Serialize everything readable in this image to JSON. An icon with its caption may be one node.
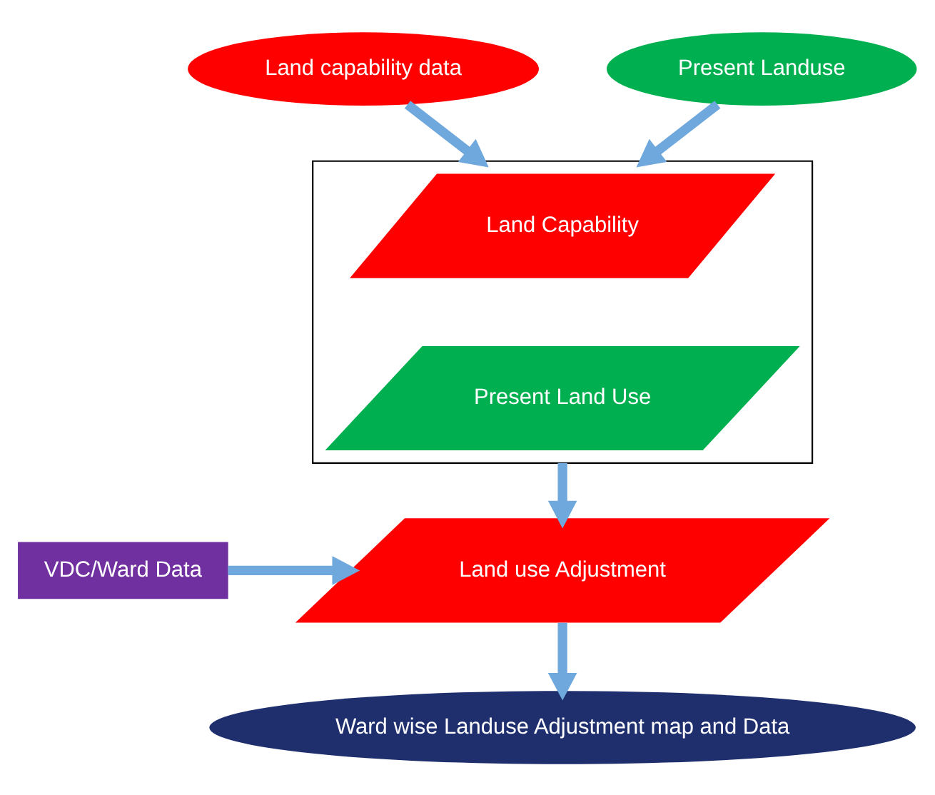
{
  "diagram": {
    "nodes": [
      {
        "text": [
          "Land capability data"
        ]
      },
      {
        "text": [
          "Present Landuse"
        ]
      },
      {
        "text": [],
        "shape": "box"
      },
      {
        "text": [
          "Land Capability"
        ],
        "in": 2
      },
      {
        "text": [
          "Present Land Use"
        ],
        "in": 2
      },
      {
        "text": [
          "VDC/Ward Data"
        ]
      },
      {
        "text": [
          "Land use Adjustment"
        ]
      },
      {
        "text": [
          "Ward wise Landuse Adjustment map and Data"
        ]
      }
    ],
    "edges": [
      {
        "from": 0,
        "to": 2,
        "arrow": "to"
      },
      {
        "from": 1,
        "to": 2,
        "arrow": "to"
      },
      {
        "from": 2,
        "to": 6,
        "arrow": "to"
      },
      {
        "from": 5,
        "to": 6,
        "arrow": "to"
      },
      {
        "from": 6,
        "to": 7,
        "arrow": "to"
      }
    ]
  }
}
